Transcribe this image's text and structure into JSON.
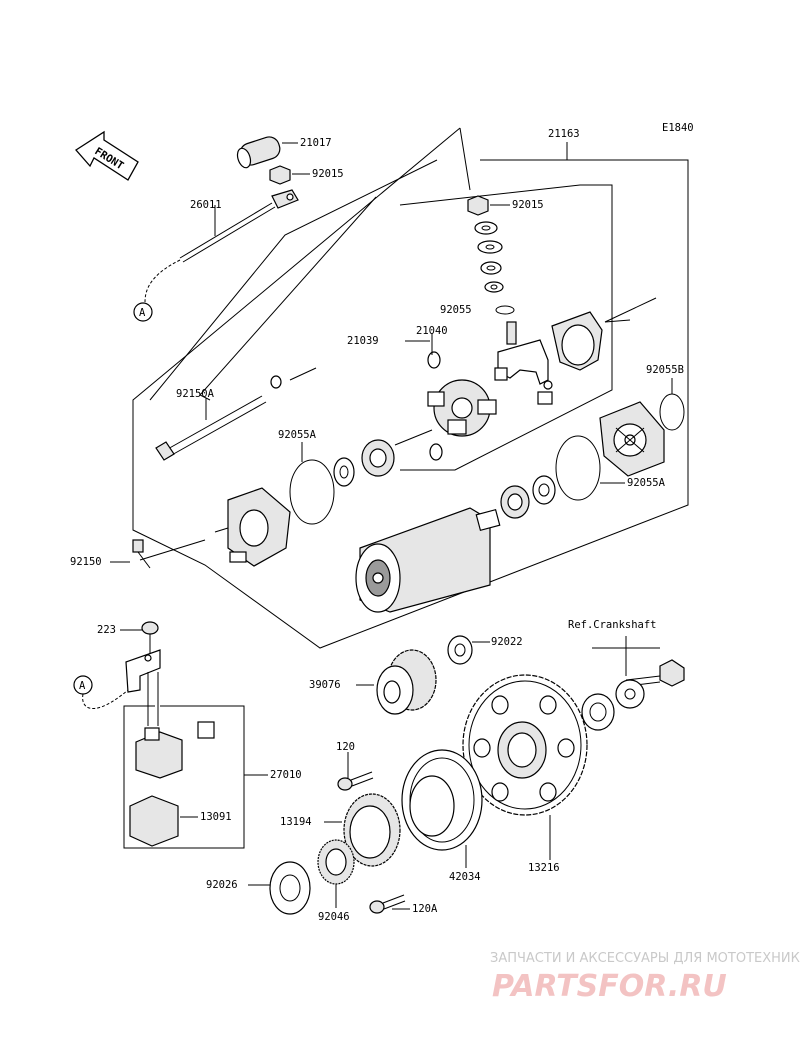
{
  "diagram": {
    "code": "E1840",
    "front_label": "FRONT",
    "ref_crankshaft": "Ref.Crankshaft",
    "callout_a": "A",
    "parts": [
      {
        "id": "p21017",
        "num": "21017"
      },
      {
        "id": "p92015a",
        "num": "92015"
      },
      {
        "id": "p26011",
        "num": "26011"
      },
      {
        "id": "p21163",
        "num": "21163"
      },
      {
        "id": "p92015b",
        "num": "92015"
      },
      {
        "id": "p92055",
        "num": "92055"
      },
      {
        "id": "p21039",
        "num": "21039"
      },
      {
        "id": "p21040",
        "num": "21040"
      },
      {
        "id": "p92055B",
        "num": "92055B"
      },
      {
        "id": "p92150A",
        "num": "92150A"
      },
      {
        "id": "p92055Aa",
        "num": "92055A"
      },
      {
        "id": "p92055Ab",
        "num": "92055A"
      },
      {
        "id": "p92150",
        "num": "92150"
      },
      {
        "id": "p223",
        "num": "223"
      },
      {
        "id": "p92022",
        "num": "92022"
      },
      {
        "id": "p39076",
        "num": "39076"
      },
      {
        "id": "p120",
        "num": "120"
      },
      {
        "id": "p27010",
        "num": "27010"
      },
      {
        "id": "p13194",
        "num": "13194"
      },
      {
        "id": "p13091",
        "num": "13091"
      },
      {
        "id": "p42034",
        "num": "42034"
      },
      {
        "id": "p13216",
        "num": "13216"
      },
      {
        "id": "p92026",
        "num": "92026"
      },
      {
        "id": "p92046",
        "num": "92046"
      },
      {
        "id": "p120A",
        "num": "120A"
      }
    ]
  },
  "watermark": {
    "tagline": "ЗАПЧАСТИ И АКСЕССУАРЫ ДЛЯ МОТОТЕХНИКИ",
    "logo": "PARTSFOR.RU"
  }
}
